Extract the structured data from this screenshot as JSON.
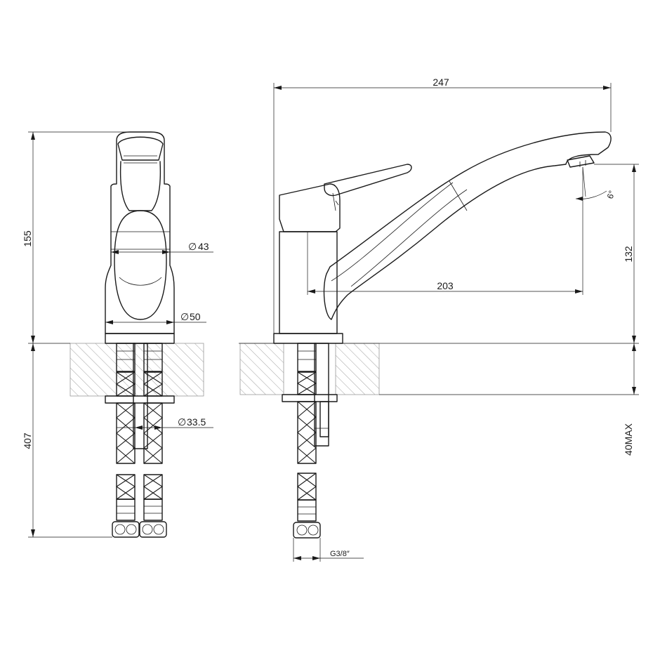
{
  "dimensions": {
    "height_total": "155",
    "below_deck": "407",
    "body_diameter": "43",
    "base_diameter": "50",
    "hose_diameter": "33.5",
    "overall_length": "247",
    "spout_reach": "203",
    "spout_height": "132",
    "spout_angle": "6°",
    "max_counter_thickness": "40MAX",
    "connection_thread": "G3/8″"
  },
  "symbols": {
    "diameter": "∅"
  }
}
